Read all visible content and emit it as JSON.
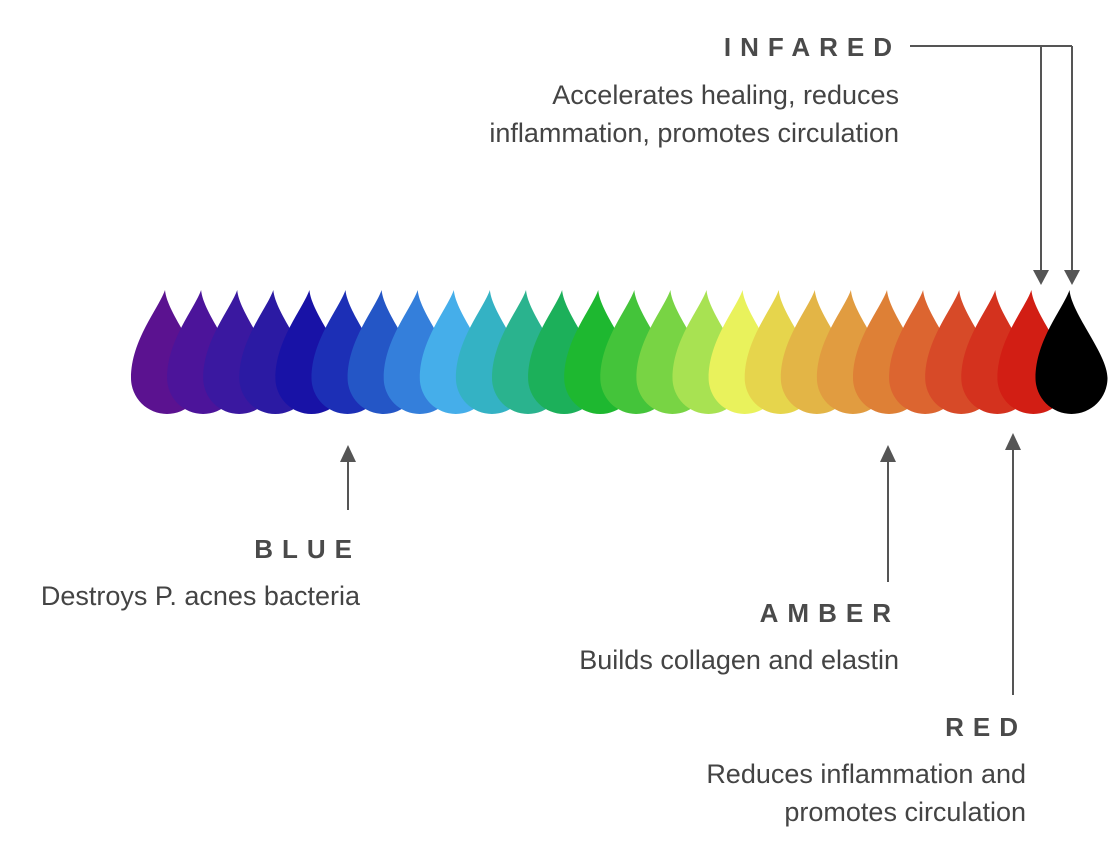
{
  "drop_colors": [
    "#5b1290",
    "#4c149a",
    "#3a18a0",
    "#2b1aa3",
    "#1812a6",
    "#1c2fb6",
    "#2456c6",
    "#347fdb",
    "#45aeea",
    "#34b2c4",
    "#2ab38e",
    "#1cb05a",
    "#1eb830",
    "#44c43a",
    "#78d444",
    "#a8e252",
    "#e9f25c",
    "#e6d54c",
    "#e3b546",
    "#e19c40",
    "#de8036",
    "#dc6530",
    "#d74a28",
    "#d4321e",
    "#d21e14",
    "#000000"
  ],
  "callouts": {
    "infared": {
      "heading": "INFARED",
      "description": [
        "Accelerates healing, reduces",
        "inflammation, promotes circulation"
      ]
    },
    "blue": {
      "heading": "BLUE",
      "description": [
        "Destroys P. acnes bacteria"
      ]
    },
    "amber": {
      "heading": "AMBER",
      "description": [
        "Builds collagen and elastin"
      ]
    },
    "red": {
      "heading": "RED",
      "description": [
        "Reduces inflammation and",
        "promotes circulation"
      ]
    }
  },
  "colors": {
    "text": "#444444",
    "arrow": "#555555"
  }
}
